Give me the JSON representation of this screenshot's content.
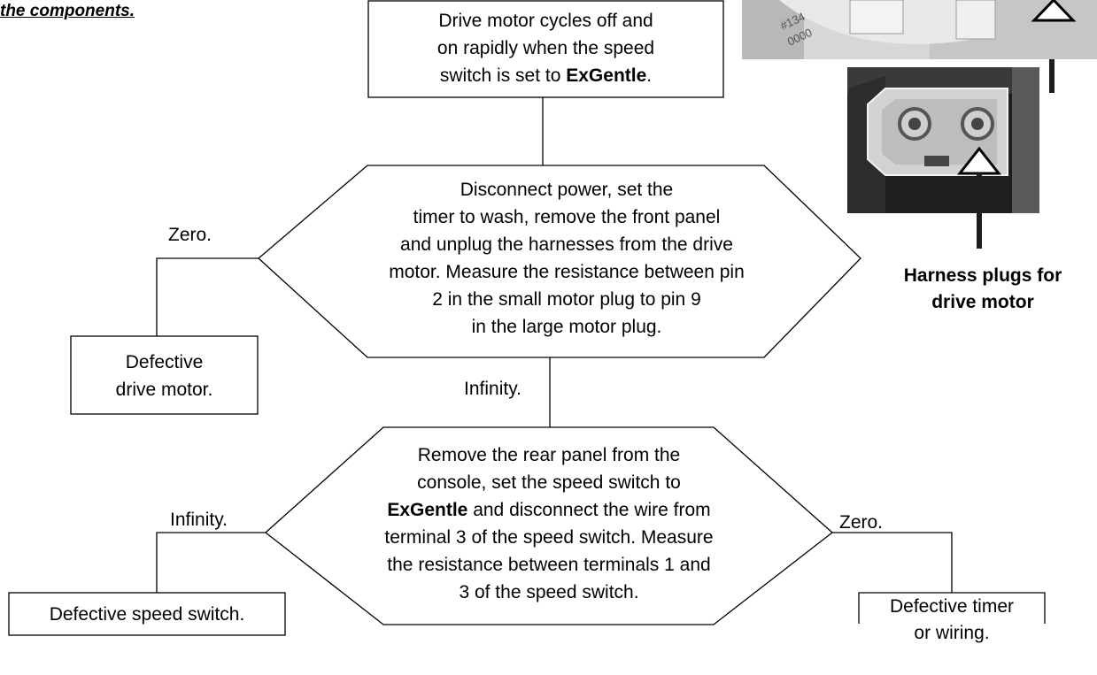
{
  "header_fragment": "the components.",
  "start": {
    "lines": [
      "Drive motor cycles off and",
      "on rapidly when the speed"
    ],
    "line3_pre": "switch is set to ",
    "line3_bold": "ExGentle",
    "line3_post": "."
  },
  "decision1": {
    "lines": [
      "Disconnect power, set the",
      "timer to wash, remove the front panel",
      "and unplug the harnesses from the drive",
      "motor.  Measure the resistance between pin",
      "2 in the small motor plug to pin 9",
      "in the large motor plug."
    ],
    "zero_label": "Zero.",
    "infinity_label": "Infinity."
  },
  "result_drive_motor": {
    "lines": [
      "Defective",
      "drive motor."
    ]
  },
  "decision2": {
    "line1": "Remove the rear panel from the",
    "line2": "console, set the speed switch to",
    "line3_bold": "ExGentle",
    "line3_post": " and disconnect the wire from",
    "line4": "terminal 3 of the speed switch. Measure",
    "line5": "the resistance between terminals 1 and",
    "line6": "3 of the speed switch.",
    "infinity_label": "Infinity.",
    "zero_label": "Zero."
  },
  "result_speed_switch": {
    "text": "Defective speed switch."
  },
  "result_timer": {
    "lines": [
      "Defective timer",
      "or wiring."
    ]
  },
  "photo": {
    "caption_lines": [
      "Harness plugs for",
      "drive motor"
    ],
    "part_marking": "#134 0000"
  },
  "colors": {
    "ink": "#000000",
    "photo_dark": "#1e1e1e",
    "photo_mid": "#8a8a8a",
    "photo_light": "#dadada"
  }
}
